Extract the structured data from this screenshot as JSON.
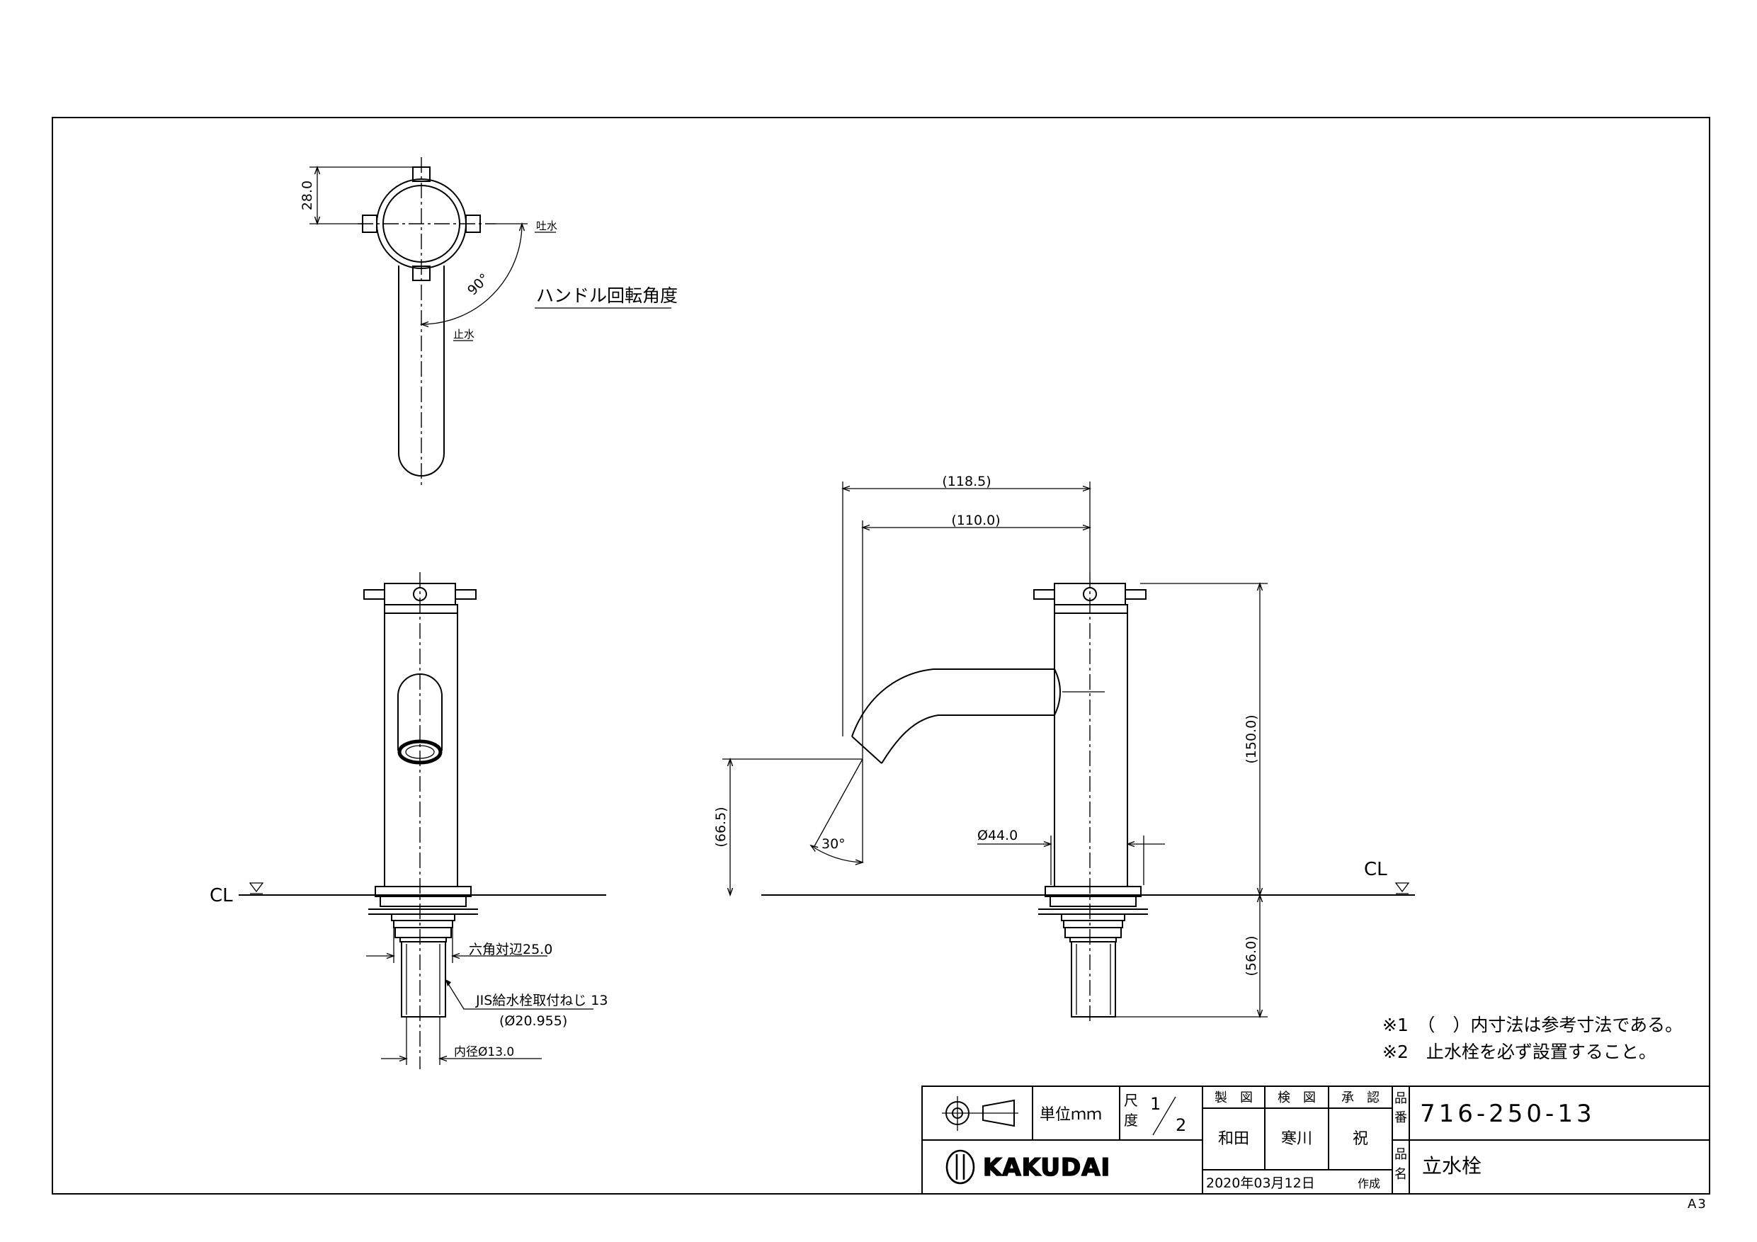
{
  "drawing": {
    "paper_size": "A3",
    "dimensions": {
      "top_height": "28.0",
      "angle_handle": "90°",
      "spout_reach_outer": "(118.5)",
      "spout_reach_inner": "(110.0)",
      "total_height": "(150.0)",
      "spout_height": "(66.5)",
      "spout_angle": "30°",
      "body_diameter": "Ø44.0",
      "below_counter": "(56.0)",
      "hex_across_flats": "六角対辺25.0",
      "thread_spec": "JIS給水栓取付ねじ 13",
      "thread_diameter": "(Ø20.955)",
      "inner_diameter": "内径Ø13.0"
    },
    "labels": {
      "discharge": "吐水",
      "stop": "止水",
      "handle_rotation": "ハンドル回転角度",
      "centerline_left": "CL",
      "centerline_right": "CL"
    },
    "notes": [
      "※1　（　）内寸法は参考寸法である。",
      "※2　止水栓を必ず設置すること。"
    ]
  },
  "title_block": {
    "unit": "単位ｍｍ",
    "scale_label_1": "尺",
    "scale_label_2": "度",
    "scale_num": "1",
    "scale_den": "2",
    "col_made": "製　図",
    "col_checked": "検　図",
    "col_approved": "承　認",
    "made_by": "和田",
    "checked_by": "寒川",
    "approved_by": "祝",
    "part_no_label_1": "品",
    "part_no_label_2": "番",
    "part_no": "716-250-13",
    "name_label_1": "品",
    "name_label_2": "名",
    "product_name": "立水栓",
    "logo_text": "KAKUDAI",
    "date": "2020年03月12日",
    "date_suffix": "作成"
  }
}
